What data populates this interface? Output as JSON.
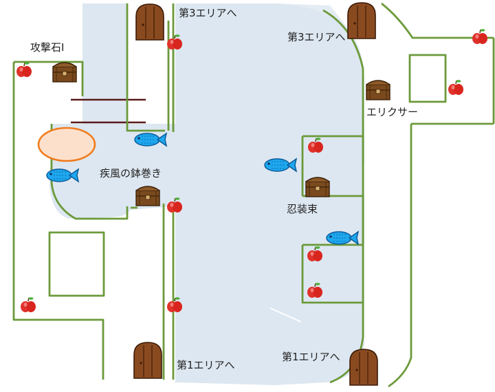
{
  "labels": {
    "to_area3_top": "第3エリアへ",
    "to_area3_right": "第3エリアへ",
    "to_area1_left": "第1エリアへ",
    "to_area1_right": "第1エリアへ",
    "attack_stone": "攻撃石I",
    "headband": "疾風の鉢巻き",
    "elixir": "エリクサー",
    "ninja_garb": "忍装束"
  },
  "colors": {
    "floor": "#dde7f1",
    "wall": "#6b9a3a",
    "door": "#8a4a20",
    "apple": "#e0312b",
    "fish": "#1ea7ee",
    "chest": "#7a4a1e",
    "marker_fill": "#fde0cc",
    "marker_stroke": "#f07b1c",
    "bar": "#5a1a1a"
  },
  "icons": [
    "door-icon",
    "apple-icon",
    "treasure-chest-icon",
    "fish-icon",
    "orange-ellipse-marker"
  ]
}
